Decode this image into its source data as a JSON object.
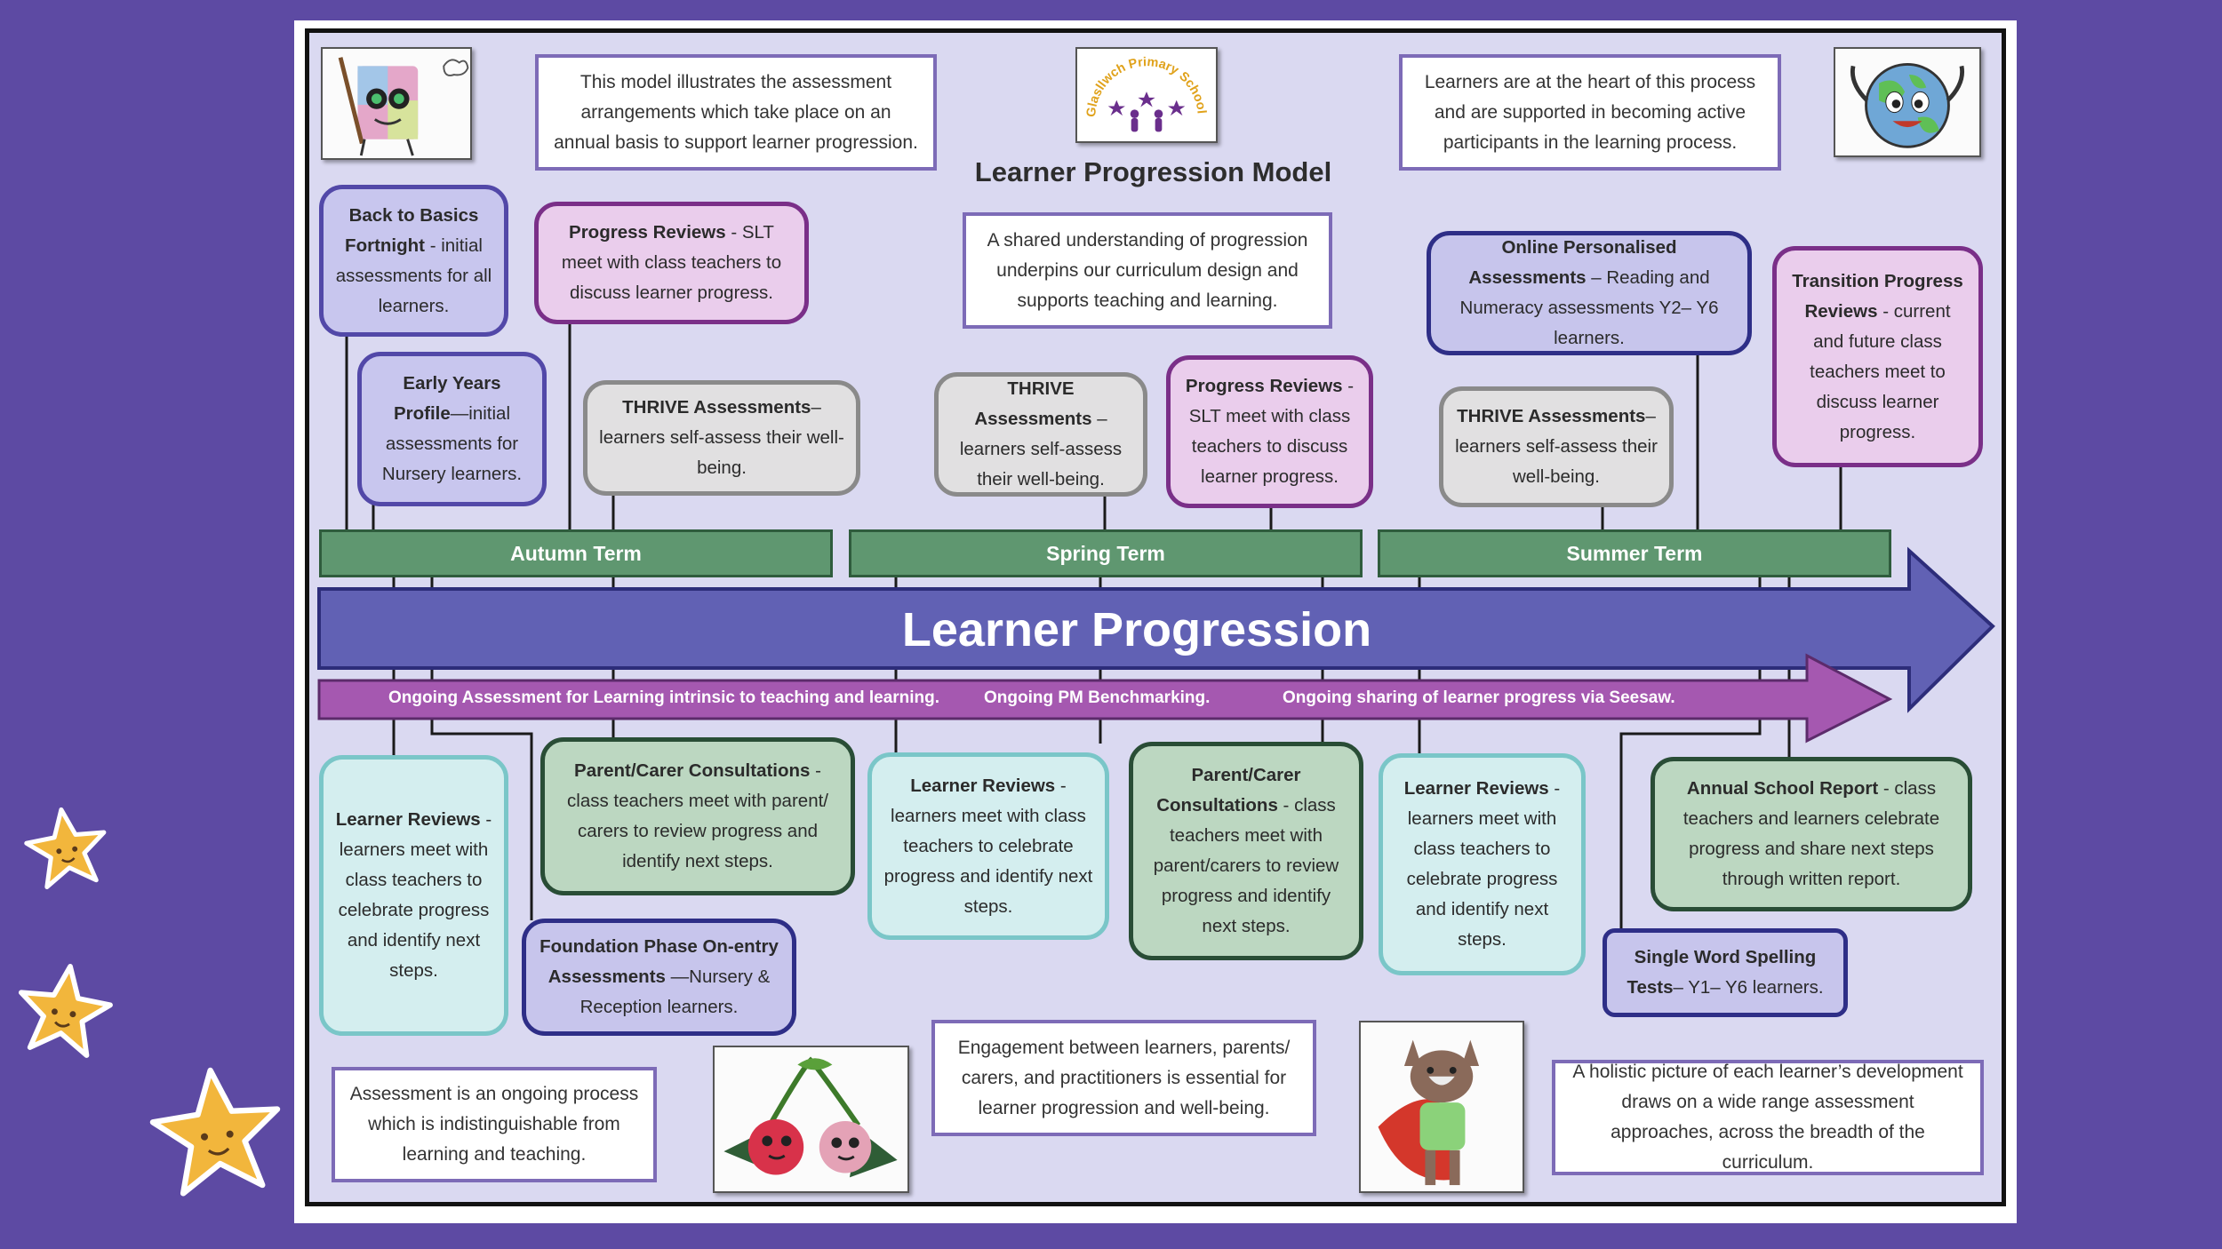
{
  "header": {
    "title": "Learner Progression Model",
    "intro_note": "This model illustrates the assessment arrangements which take place on an annual basis to support learner progression.",
    "heart_note": "Learners are at the heart of this process and are supported in becoming active participants in the learning process.",
    "shared_note": "A shared understanding of progression underpins our curriculum design and supports teaching and learning.",
    "logo_text": "Glasllwch Primary School"
  },
  "terms": [
    "Autumn Term",
    "Spring Term",
    "Summer Term"
  ],
  "main_arrow": "Learner Progression",
  "ongoing": [
    "Ongoing Assessment for Learning intrinsic to teaching and learning.",
    "Ongoing PM Benchmarking.",
    "Ongoing sharing of learner progress via Seesaw."
  ],
  "top_cards": [
    {
      "title": "Back to Basics Fortnight",
      "text": " - initial assessments for all learners."
    },
    {
      "title": "Early Years Profile",
      "text": "—initial assessments for Nursery learners."
    },
    {
      "title": "Progress Reviews",
      "text": " - SLT meet with class teachers to discuss learner progress."
    },
    {
      "title": "THRIVE Assessments",
      "text": "– learners self-assess their well-being."
    },
    {
      "title": "THRIVE Assessments",
      "text": " – learners self-assess their well-being."
    },
    {
      "title": "Progress Reviews",
      "text": " - SLT meet with class teachers to discuss learner progress."
    },
    {
      "title": "Online Personalised Assessments",
      "text": " – Reading and Numeracy assessments Y2– Y6 learners."
    },
    {
      "title": "THRIVE Assessments",
      "text": "– learners self-assess their well-being."
    },
    {
      "title": "Transition Progress Reviews",
      "text": " - current and future class teachers meet to discuss learner progress."
    }
  ],
  "bottom_cards": [
    {
      "title": "Learner Reviews",
      "text": " - learners meet with class teachers to celebrate progress and identify next steps."
    },
    {
      "title": "Parent/Carer Consultations",
      "text": " - class teachers meet with parent/ carers to review progress and identify next steps."
    },
    {
      "title": "Foundation Phase On-entry Assessments",
      "text": " —Nursery & Reception learners."
    },
    {
      "title": "Learner Reviews",
      "text": " - learners meet with class teachers to celebrate progress and identify next steps."
    },
    {
      "title": "Parent/Carer Consultations",
      "text": " - class teachers meet with parent/carers to review progress and identify next steps."
    },
    {
      "title": "Learner Reviews",
      "text": " - learners meet with class teachers to celebrate progress and identify next steps."
    },
    {
      "title": "Annual School Report",
      "text": " - class teachers and learners celebrate progress and share next steps through written report."
    },
    {
      "title": "Single Word Spelling Tests",
      "text": "– Y1– Y6 learners."
    }
  ],
  "footer_notes": [
    "Assessment is an ongoing process which is indistinguishable from learning and teaching.",
    "Engagement between learners, parents/ carers, and practitioners is essential for learner progression and well-being.",
    "A holistic picture of each learner’s development draws on a wide range assessment approaches, across the breadth of the curriculum."
  ],
  "colors": {
    "background": "#5d4aa3",
    "panel": "#dad9f1",
    "main_arrow": "#6161b4",
    "ongoing_arrow": "#a558b0",
    "term_bar": "#5f9770"
  },
  "icons": [
    "star-icon",
    "star-icon",
    "star-icon"
  ]
}
